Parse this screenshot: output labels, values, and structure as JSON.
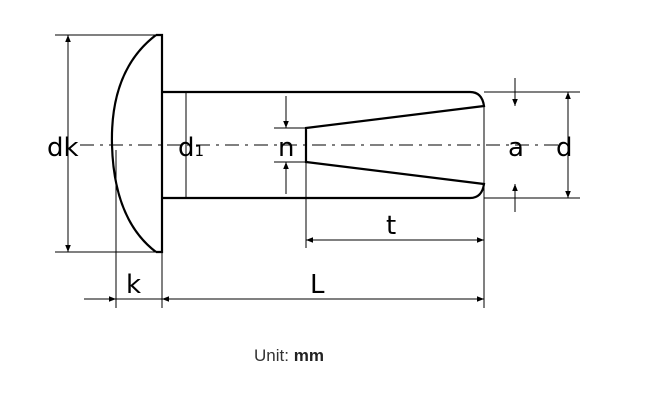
{
  "labels": {
    "dk": "dk",
    "d1": "d",
    "d1_sub": "1",
    "n": "n",
    "a": "a",
    "d": "d",
    "t": "t",
    "k": "k",
    "L": "L"
  },
  "unit": {
    "label": "Unit:",
    "value": "mm"
  }
}
